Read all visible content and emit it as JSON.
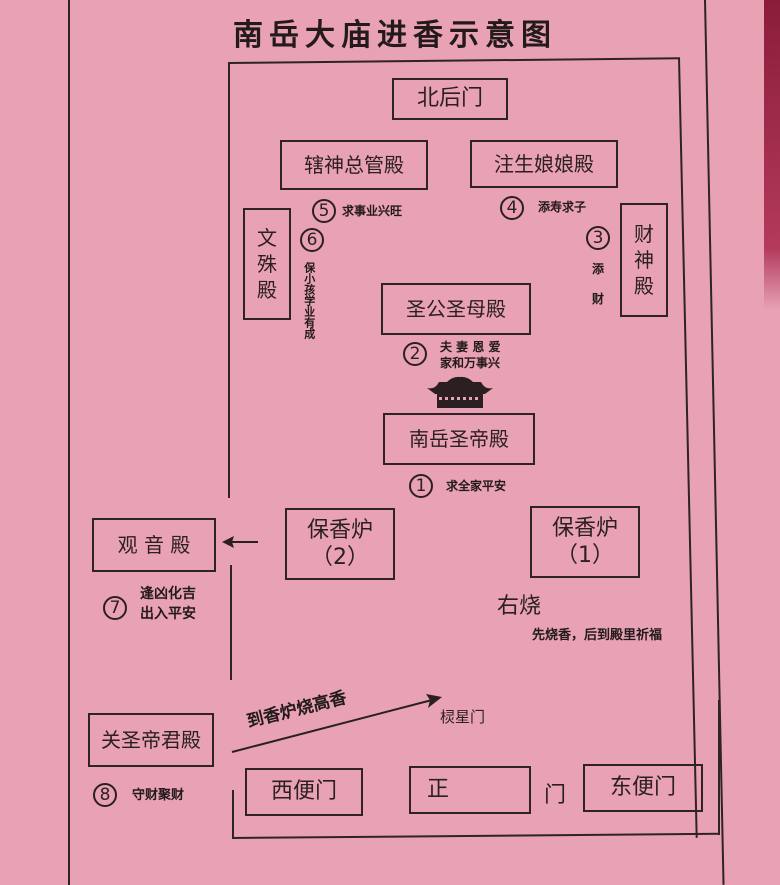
{
  "title": "南岳大庙进香示意图",
  "colors": {
    "paper": "#e8a2b4",
    "ink": "#2b1f22",
    "edge": "#8a1c3a"
  },
  "north_gate": "北后门",
  "halls": {
    "xiashen": {
      "label": "辖神总管殿",
      "num": "5",
      "note": "求事业兴旺"
    },
    "zhusheng": {
      "label": "注生娘娘殿",
      "num": "4",
      "note": "添寿求子"
    },
    "wenshu": {
      "label_chars": [
        "文",
        "殊",
        "殿"
      ],
      "num": "6",
      "note": "保小孩学业有成"
    },
    "caishen": {
      "label_chars": [
        "财",
        "神",
        "殿"
      ],
      "num": "3",
      "note_chars": [
        "添",
        "财"
      ]
    },
    "shenggong": {
      "label": "圣公圣母殿",
      "num": "2",
      "note_lines": [
        "夫 妻 恩 爱",
        "家和万事兴"
      ]
    },
    "nanyue": {
      "label": "南岳圣帝殿",
      "num": "1",
      "note": "求全家平安"
    },
    "guanyin": {
      "label": "观 音 殿",
      "num": "7",
      "note_lines": [
        "逢凶化吉",
        "出入平安"
      ]
    },
    "guansheng": {
      "label": "关圣帝君殿",
      "num": "8",
      "note": "守财聚财"
    }
  },
  "palace_icon": "palace-icon",
  "censers": [
    {
      "label": "保香炉",
      "sub": "（2）"
    },
    {
      "label": "保香炉",
      "sub": "（1）"
    }
  ],
  "right_burn": "右烧",
  "right_burn_note": "先烧香，后到殿里祈福",
  "arrow_text": "到香炉烧高香",
  "lingxing_gate": "棂星门",
  "gates": {
    "west": "西便门",
    "main_left": "正",
    "main_right": "门",
    "east": "东便门"
  }
}
